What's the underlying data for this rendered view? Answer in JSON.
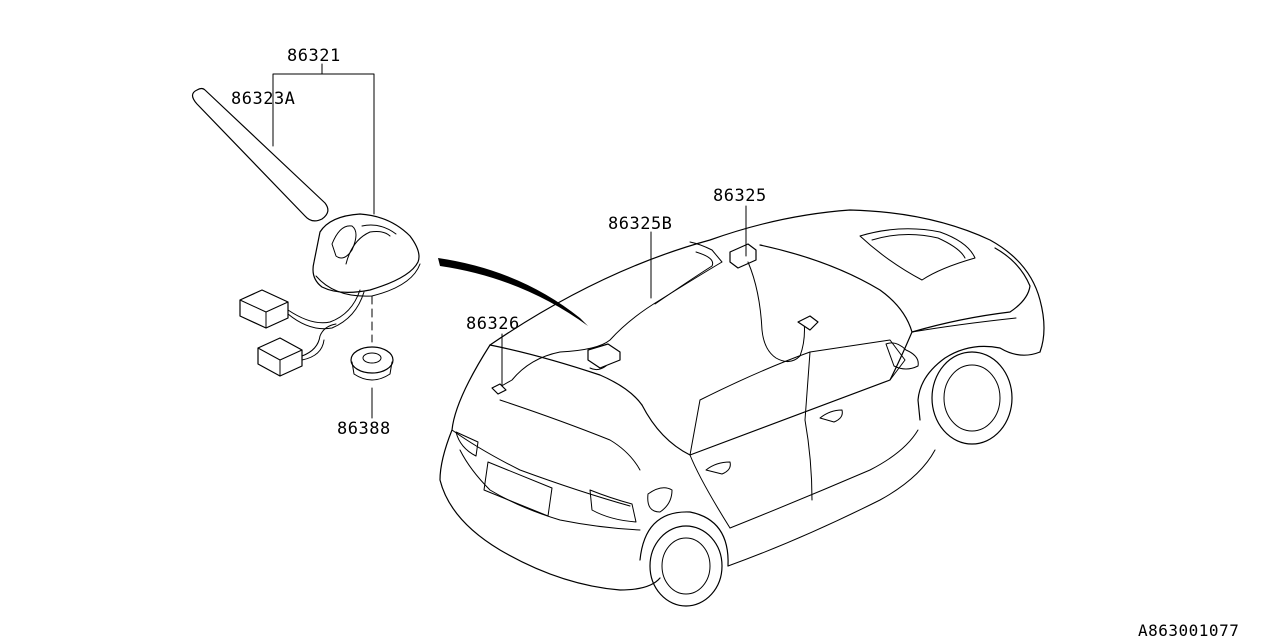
{
  "parts": {
    "antenna_assembly": "86321",
    "antenna_rod": "86323A",
    "cable_front": "86325",
    "cable_rear": "86325B",
    "cable_hatch": "86326",
    "grommet": "86388"
  },
  "reference": "A863001077"
}
